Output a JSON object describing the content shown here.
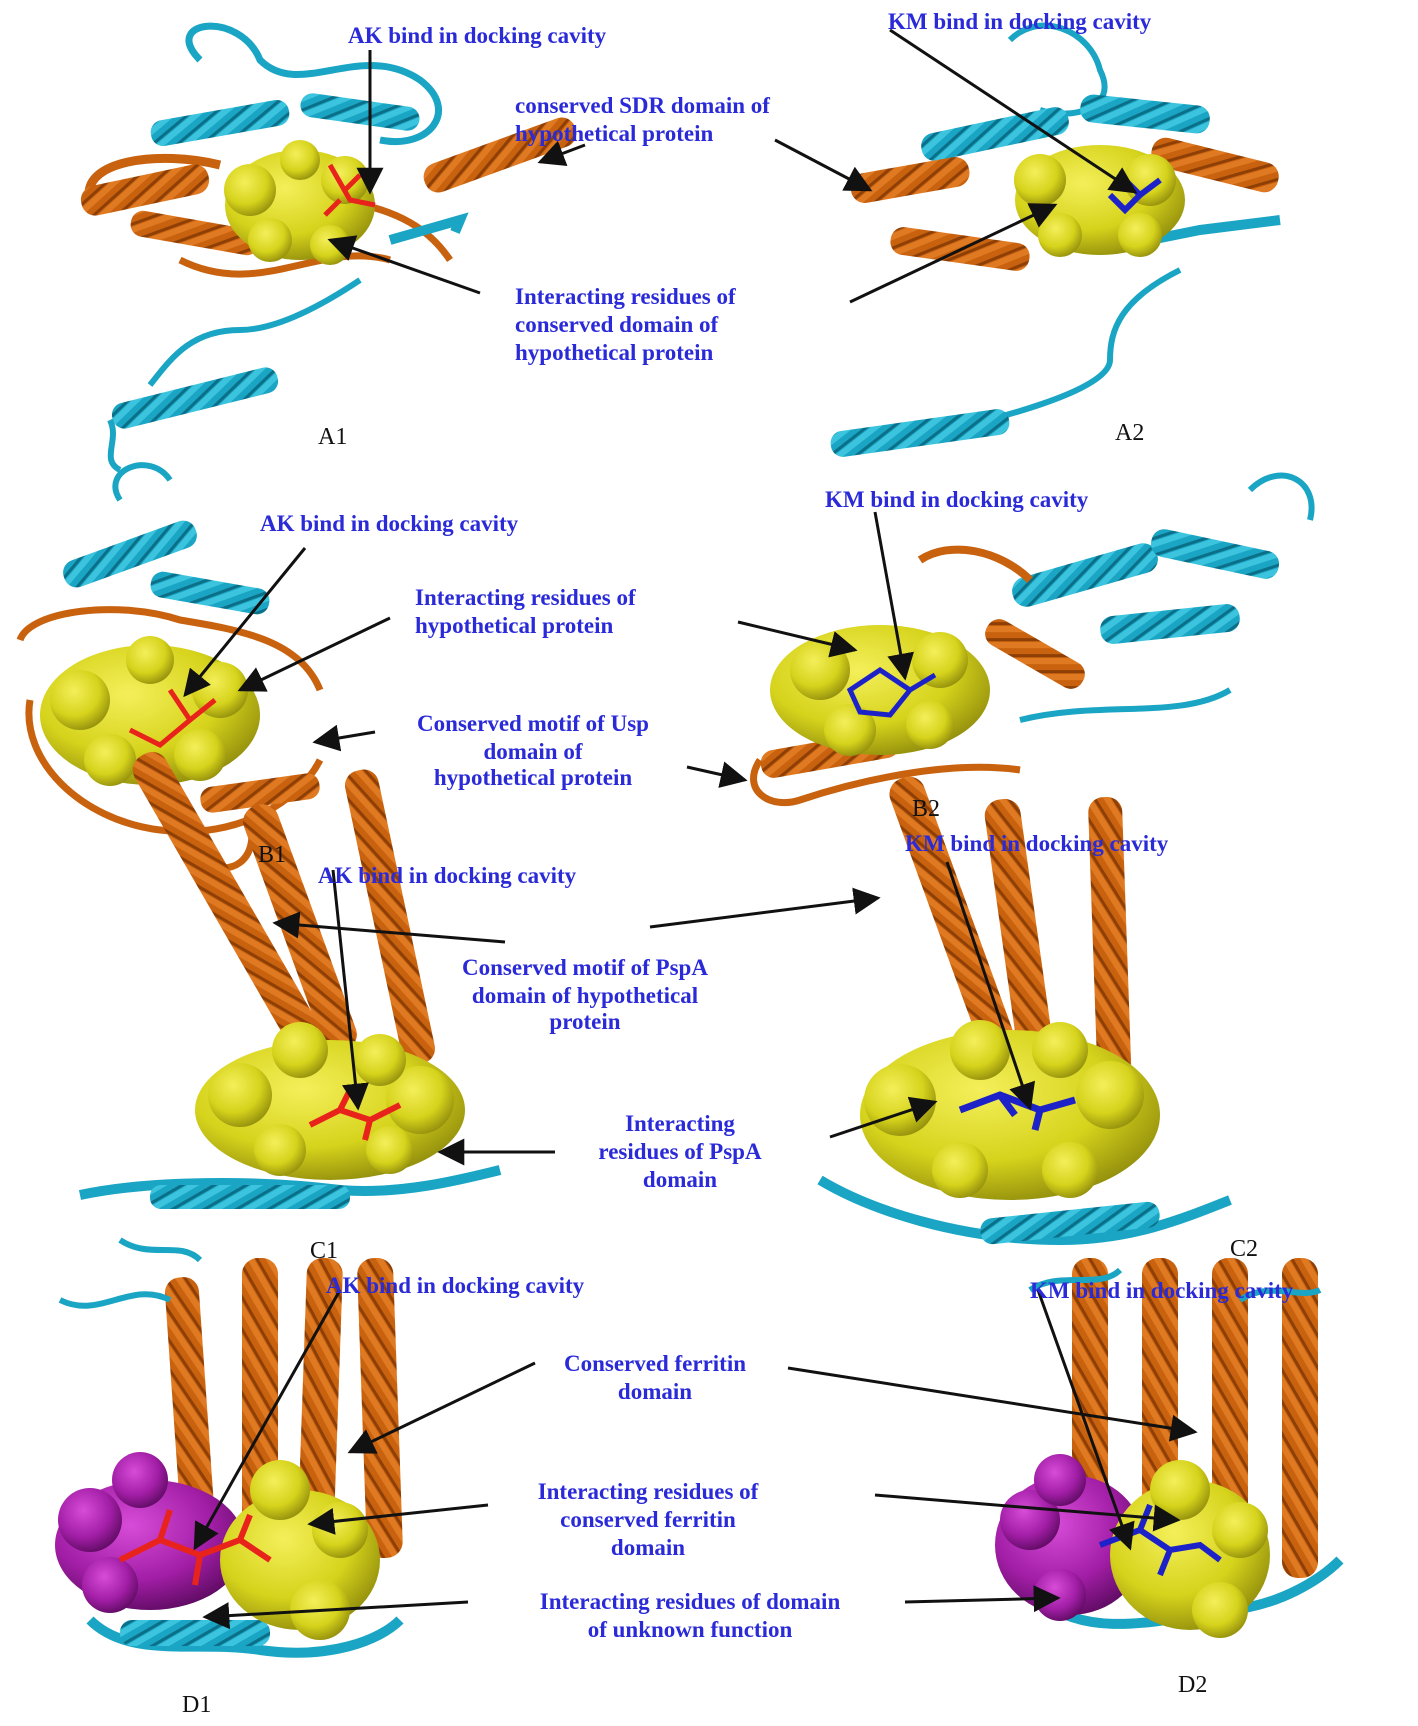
{
  "colors": {
    "helix_orange": "#c8620e",
    "helix_cyan": "#1aa5c4",
    "surface_yellow": "#d6d31c",
    "surface_purple": "#a21ea6",
    "ligand_red": "#e8231b",
    "ligand_blue": "#1c22c8",
    "label_blue": "#2a2ad8",
    "arrow": "#111111"
  },
  "panels": {
    "a1": "A1",
    "a2": "A2",
    "b1": "B1",
    "b2": "B2",
    "c1": "C1",
    "c2": "C2",
    "d1": "D1",
    "d2": "D2"
  },
  "labels": {
    "a_ak": "AK bind in docking cavity",
    "a_km": "KM bind in docking cavity",
    "a_sdr_1": "conserved SDR domain of",
    "a_sdr_2": "hypothetical protein",
    "a_int_1": "Interacting residues of",
    "a_int_2": "conserved domain of",
    "a_int_3": "hypothetical protein",
    "b_ak": "AK bind in docking cavity",
    "b_km": "KM bind in docking cavity",
    "b_int_1": "Interacting residues of",
    "b_int_2": "hypothetical protein",
    "b_usp_1": "Conserved motif of Usp",
    "b_usp_2": "domain of",
    "b_usp_3": "hypothetical protein",
    "c_ak": "AK bind in docking cavity",
    "c_km": "KM bind in docking cavity",
    "c_psp_1": "Conserved motif of PspA",
    "c_psp_2": "domain of hypothetical",
    "c_psp_3": "protein",
    "c_int_1": "Interacting",
    "c_int_2": "residues of PspA",
    "c_int_3": "domain",
    "d_ak": "AK bind in docking cavity",
    "d_km": "KM bind in docking cavity",
    "d_fer_1": "Conserved ferritin",
    "d_fer_2": "domain",
    "d_int_1": "Interacting residues of",
    "d_int_2": "conserved ferritin",
    "d_int_3": "domain",
    "d_unk_1": "Interacting residues of  domain",
    "d_unk_2": "of unknown function"
  }
}
